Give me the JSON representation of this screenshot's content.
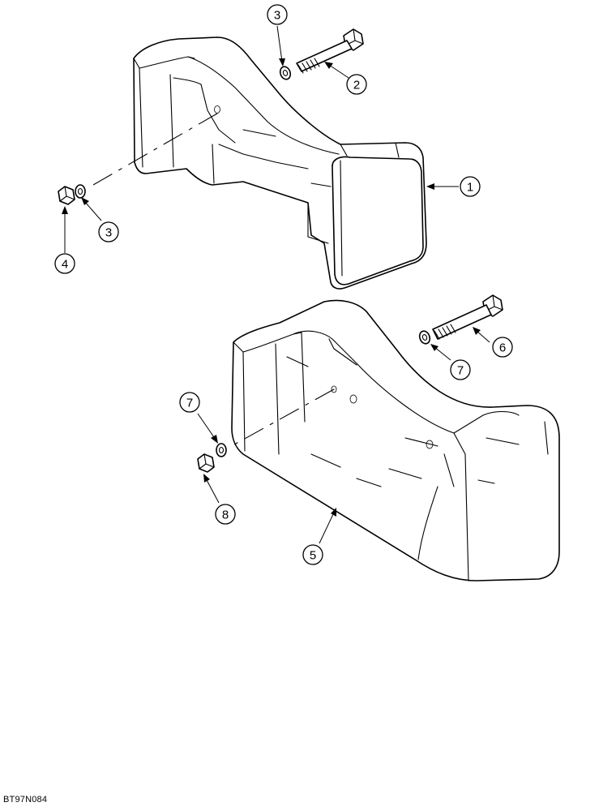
{
  "diagram": {
    "reference_code": "BT97N084",
    "callouts": [
      {
        "id": "c1",
        "number": "1"
      },
      {
        "id": "c2",
        "number": "2"
      },
      {
        "id": "c3a",
        "number": "3"
      },
      {
        "id": "c3b",
        "number": "3"
      },
      {
        "id": "c4",
        "number": "4"
      },
      {
        "id": "c5",
        "number": "5"
      },
      {
        "id": "c6",
        "number": "6"
      },
      {
        "id": "c7a",
        "number": "7"
      },
      {
        "id": "c7b",
        "number": "7"
      },
      {
        "id": "c8",
        "number": "8"
      }
    ]
  }
}
